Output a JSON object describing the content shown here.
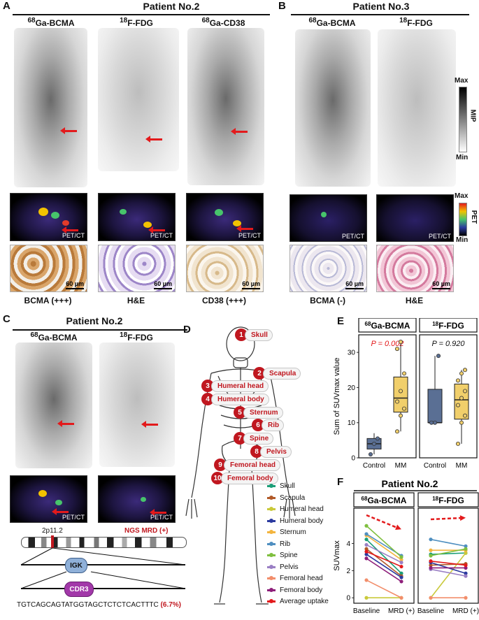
{
  "panel_labels": {
    "a": "A",
    "b": "B",
    "c": "C",
    "d": "D",
    "e": "E",
    "f": "F"
  },
  "panel_a": {
    "title": "Patient No.2",
    "tracers": [
      {
        "sup": "68",
        "name": "Ga-BCMA"
      },
      {
        "sup": "18",
        "name": "F-FDG"
      },
      {
        "sup": "68",
        "name": "Ga-CD38"
      }
    ],
    "pet_tag": "PET/CT",
    "scale": "60 µm",
    "captions": [
      "BCMA (+++)",
      "H&E",
      "CD38 (+++)"
    ]
  },
  "panel_b": {
    "title": "Patient No.3",
    "tracers": [
      {
        "sup": "68",
        "name": "Ga-BCMA"
      },
      {
        "sup": "18",
        "name": "F-FDG"
      }
    ],
    "pet_tag": "PET/CT",
    "scale": "60 µm",
    "captions": [
      "BCMA (-)",
      "H&E"
    ],
    "mip_bar": {
      "max": "Max",
      "min": "Min",
      "label": "MIP"
    },
    "pet_bar": {
      "max": "Max",
      "min": "Min",
      "label": "PET"
    }
  },
  "panel_c": {
    "title": "Patient No.2",
    "tracers": [
      {
        "sup": "68",
        "name": "Ga-BCMA"
      },
      {
        "sup": "18",
        "name": "F-FDG"
      }
    ],
    "pet_tag": "PET/CT",
    "band": "2p11.2",
    "ngs": "NGS MRD (+)",
    "igk": "IGK",
    "cdr3": "CDR3",
    "sequence": "TGTCAGCAGTATGGTAGCTCTCTCACTTTC",
    "sequence_pct": "(6.7%)"
  },
  "panel_d": {
    "regions": [
      {
        "num": "1",
        "label": "Skull"
      },
      {
        "num": "2",
        "label": "Scapula"
      },
      {
        "num": "3",
        "label": "Humeral head"
      },
      {
        "num": "4",
        "label": "Humeral body"
      },
      {
        "num": "5",
        "label": "Sternum"
      },
      {
        "num": "6",
        "label": "Rib"
      },
      {
        "num": "7",
        "label": "Spine"
      },
      {
        "num": "8",
        "label": "Pelvis"
      },
      {
        "num": "9",
        "label": "Femoral head"
      },
      {
        "num": "10",
        "label": "Femoral body"
      }
    ],
    "legend": [
      {
        "label": "Skull",
        "color": "#1b9e77"
      },
      {
        "label": "Scapula",
        "color": "#b15928"
      },
      {
        "label": "Humeral head",
        "color": "#c9c93a"
      },
      {
        "label": "Humeral body",
        "color": "#2b3a9f"
      },
      {
        "label": "Sternum",
        "color": "#f3b53f"
      },
      {
        "label": "Rib",
        "color": "#4f8fc0"
      },
      {
        "label": "Spine",
        "color": "#7fbf3f"
      },
      {
        "label": "Pelvis",
        "color": "#9a7fc4"
      },
      {
        "label": "Femoral head",
        "color": "#f28e6b"
      },
      {
        "label": "Femoral body",
        "color": "#8e1f7a"
      },
      {
        "label": "Average uptake",
        "color": "#e31a1c"
      }
    ]
  },
  "chart_data": [
    {
      "type": "box",
      "panel": "E",
      "ylabel": "Sum of SUVmax value",
      "ylim": [
        0,
        35
      ],
      "yticks": [
        0,
        10,
        20,
        30
      ],
      "facets": [
        {
          "title_sup": "68",
          "title": "Ga-BCMA",
          "p_value": "P = 0.002",
          "p_color": "#e31a1c",
          "groups": [
            {
              "name": "Control",
              "color": "#5a6f94",
              "q1": 2.5,
              "median": 4,
              "q3": 5.5,
              "whisker_low": 1,
              "whisker_high": 7,
              "points": [
                1,
                4,
                5.5
              ]
            },
            {
              "name": "MM",
              "color": "#f1cf6b",
              "q1": 13,
              "median": 17,
              "q3": 23,
              "whisker_low": 7.5,
              "whisker_high": 33,
              "points": [
                7.5,
                12,
                14,
                16,
                19,
                24,
                31,
                33
              ]
            }
          ]
        },
        {
          "title_sup": "18",
          "title": "F-FDG",
          "p_value": "P = 0.920",
          "p_color": "#111111",
          "groups": [
            {
              "name": "Control",
              "color": "#5a6f94",
              "q1": 10,
              "median": 10,
              "q3": 19.5,
              "whisker_low": 10,
              "whisker_high": 29,
              "points": [
                10,
                10,
                29
              ]
            },
            {
              "name": "MM",
              "color": "#f1cf6b",
              "q1": 11,
              "median": 16.5,
              "q3": 21,
              "whisker_low": 4,
              "whisker_high": 25,
              "points": [
                4,
                10,
                12,
                15,
                17,
                19,
                22,
                24,
                25
              ]
            }
          ]
        }
      ]
    },
    {
      "type": "line",
      "panel": "F",
      "title": "Patient No.2",
      "ylabel": "SUVmax",
      "ylim": [
        -0.4,
        6.6
      ],
      "yticks": [
        0,
        2,
        4
      ],
      "categories": [
        "Baseline",
        "MRD (+)"
      ],
      "facets": [
        {
          "title_sup": "68",
          "title": "Ga-BCMA",
          "series": [
            {
              "name": "Skull",
              "color": "#1b9e77",
              "values": [
                4.3,
                1.8
              ]
            },
            {
              "name": "Scapula",
              "color": "#b15928",
              "values": [
                3.6,
                1.6
              ]
            },
            {
              "name": "Humeral head",
              "color": "#c9c93a",
              "values": [
                0.0,
                0.0
              ]
            },
            {
              "name": "Humeral body",
              "color": "#2b3a9f",
              "values": [
                3.2,
                1.5
              ]
            },
            {
              "name": "Sternum",
              "color": "#f3b53f",
              "values": [
                4.6,
                2.8
              ]
            },
            {
              "name": "Rib",
              "color": "#4f8fc0",
              "values": [
                4.7,
                3.1
              ]
            },
            {
              "name": "Spine",
              "color": "#7fbf3f",
              "values": [
                5.3,
                3.0
              ]
            },
            {
              "name": "Pelvis",
              "color": "#9a7fc4",
              "values": [
                3.9,
                2.6
              ]
            },
            {
              "name": "Femoral head",
              "color": "#f28e6b",
              "values": [
                1.3,
                0.0
              ]
            },
            {
              "name": "Femoral body",
              "color": "#8e1f7a",
              "values": [
                2.9,
                1.2
              ]
            },
            {
              "name": "Average uptake",
              "color": "#e31a1c",
              "values": [
                3.4,
                2.3
              ]
            }
          ]
        },
        {
          "title_sup": "18",
          "title": "F-FDG",
          "series": [
            {
              "name": "Skull",
              "color": "#1b9e77",
              "values": [
                3.2,
                3.3
              ]
            },
            {
              "name": "Scapula",
              "color": "#b15928",
              "values": [
                2.4,
                2.5
              ]
            },
            {
              "name": "Humeral head",
              "color": "#c9c93a",
              "values": [
                0.0,
                3.3
              ]
            },
            {
              "name": "Humeral body",
              "color": "#2b3a9f",
              "values": [
                2.6,
                1.8
              ]
            },
            {
              "name": "Sternum",
              "color": "#f3b53f",
              "values": [
                3.5,
                3.5
              ]
            },
            {
              "name": "Rib",
              "color": "#4f8fc0",
              "values": [
                4.3,
                3.8
              ]
            },
            {
              "name": "Spine",
              "color": "#7fbf3f",
              "values": [
                3.1,
                3.6
              ]
            },
            {
              "name": "Pelvis",
              "color": "#9a7fc4",
              "values": [
                2.1,
                1.6
              ]
            },
            {
              "name": "Femoral head",
              "color": "#f28e6b",
              "values": [
                0.0,
                0.0
              ]
            },
            {
              "name": "Femoral body",
              "color": "#8e1f7a",
              "values": [
                2.2,
                2.2
              ]
            },
            {
              "name": "Average uptake",
              "color": "#e31a1c",
              "values": [
                2.7,
                2.4
              ]
            }
          ]
        }
      ]
    }
  ]
}
